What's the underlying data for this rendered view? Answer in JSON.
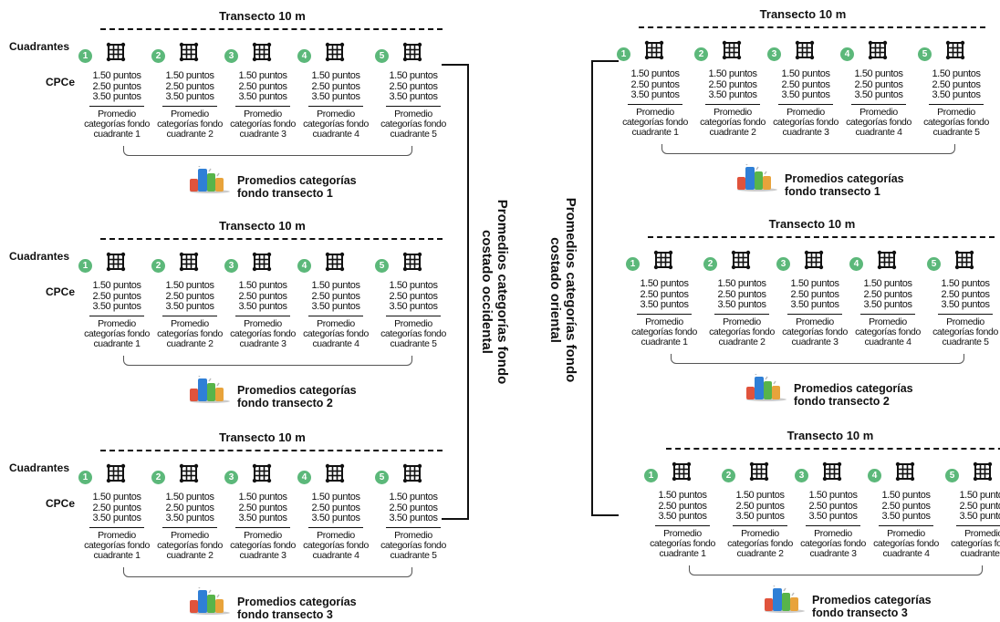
{
  "labels": {
    "cuadrantes": "Cuadrantes",
    "cpce": "CPCe"
  },
  "points": [
    "1.50 puntos",
    "2.50 puntos",
    "3.50 puntos"
  ],
  "promedio_lines": [
    "Promedio",
    "categorías fondo"
  ],
  "cuadrante_word": "cuadrante",
  "quadrant_numbers": [
    "1",
    "2",
    "3",
    "4",
    "5"
  ],
  "icons": {
    "quadrant": "grid-quadrat-icon",
    "summary": "bar-chart-icon"
  },
  "colors": {
    "circle": "#5cb87a",
    "bar_red": "#e0533c",
    "bar_blue": "#2f7fd6",
    "bar_green": "#58b44a",
    "bar_orange": "#e8a33b"
  },
  "sides": {
    "left": {
      "axis_lines": [
        "Promedios categorías fondo",
        "costado occidental"
      ],
      "transects": [
        {
          "title": "Transecto 10 m",
          "summary": [
            "Promedios categorías",
            "fondo transecto 1"
          ]
        },
        {
          "title": "Transecto 10 m",
          "summary": [
            "Promedios categorías",
            "fondo transecto 2"
          ]
        },
        {
          "title": "Transecto 10 m",
          "summary": [
            "Promedios categorías",
            "fondo transecto 3"
          ]
        }
      ]
    },
    "right": {
      "axis_lines": [
        "Promedios categorías fondo",
        "costado oriental"
      ],
      "transects": [
        {
          "title": "Transecto 10 m",
          "summary": [
            "Promedios categorías",
            "fondo transecto 1"
          ]
        },
        {
          "title": "Transecto 10 m",
          "summary": [
            "Promedios categorías",
            "fondo transecto 2"
          ]
        },
        {
          "title": "Transecto 10 m",
          "summary": [
            "Promedios categorías",
            "fondo transecto 3"
          ]
        }
      ]
    }
  }
}
